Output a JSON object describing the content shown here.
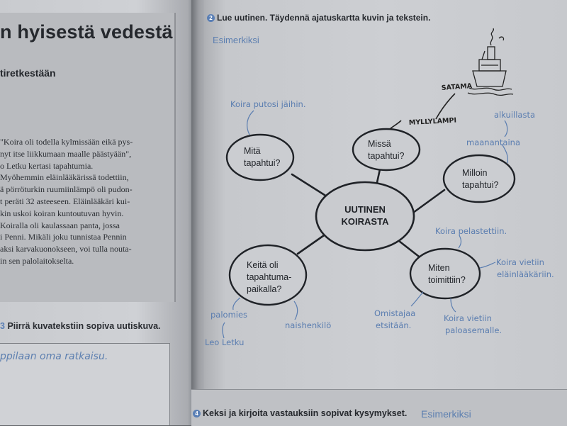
{
  "left_page": {
    "title": "n hyisestä vedestä",
    "subtitle": "tiretkestään",
    "paragraph_lines": [
      "\"Koira oli todella kylmissään eikä pys-",
      "nyt itse liikkumaan maalle päästyään\",",
      "o Letku kertasi tapahtumia.",
      "Myöhemmin eläinlääkärissä todettiin,",
      "ä pörröturkin ruumiinlämpö oli pudon-",
      "t peräti 32 asteeseen. Eläinlääkäri kui-",
      "kin uskoi koiran kuntoutuvan hyvin.",
      "Koiralla oli kaulassaan panta, jossa",
      "i Penni. Mikäli joku tunnistaa Pennin",
      "aksi karvakuonokseen, voi tulla nouta-",
      "in sen palolaitokselta."
    ],
    "task_number": "3",
    "task_text": "Piirrä kuvatekstiin sopiva uutiskuva.",
    "answer_text": "ppilaan oma ratkaisu."
  },
  "right_page": {
    "task_number": "2",
    "task_text": "Lue uutinen. Täydennä ajatuskartta kuvin ja tekstein.",
    "example_label": "Esimerkiksi",
    "mind_map": {
      "center": [
        "UUTINEN",
        "KOIRASTA"
      ],
      "bubbles": {
        "mita": [
          "Mitä",
          "tapahtui?"
        ],
        "missa": [
          "Missä",
          "tapahtui?"
        ],
        "milloin": [
          "Milloin",
          "tapahtui?"
        ],
        "keita": [
          "Keitä oli",
          "tapahtuma-",
          "paikalla?"
        ],
        "miten": [
          "Miten",
          "toimittiin?"
        ]
      },
      "answers": {
        "koira_putosi": "Koira putosi jäihin.",
        "myllylampi": "MYLLYLAMPI",
        "satama": "SATAMA",
        "alkuillasta": "alkuillasta",
        "maanantaina": "maanantaina",
        "palomies": "palomies",
        "leo_letku": "Leo Letku",
        "naishenkilo": "naishenkilö",
        "koira_pelastettiin": "Koira pelastettiin.",
        "koira_vietiin_1": "Koira vietiin",
        "elainlaakariin": "eläinlääkäriin.",
        "omistajaa": "Omistajaa",
        "etsitaan": "etsitään.",
        "koira_vietiin_2": "Koira vietiin",
        "paloasemalle": "paloasemalle."
      }
    },
    "bottom_task_number": "4",
    "bottom_task_text": "Keksi ja kirjoita vastauksiin sopivat kysymykset.",
    "bottom_example_label": "Esimerkiksi"
  },
  "colors": {
    "handwriting_blue": "#5a7db0",
    "task_badge_blue": "#5a7fb5",
    "ink": "#1f2227"
  }
}
